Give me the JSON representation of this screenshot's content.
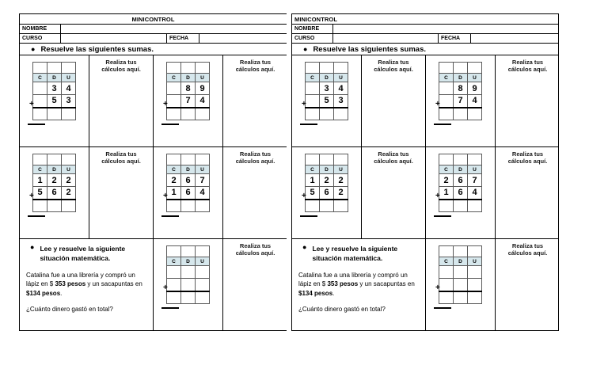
{
  "document": {
    "title": "MINICONTROL",
    "language": "es"
  },
  "header": {
    "title": "MINICONTROL",
    "fields": [
      {
        "label": "NOMBRE",
        "value": ""
      },
      {
        "label": "CURSO",
        "value": ""
      },
      {
        "label": "FECHA",
        "value": ""
      }
    ]
  },
  "instructions": {
    "sums": "Resuelve las siguientes sumas.",
    "word_problem": "Lee y resuelve la siguiente situación matemática."
  },
  "notes": {
    "scratch_label_line1": "Realiza tus",
    "scratch_label_line2": "cálculos aquí."
  },
  "grid": {
    "headers": [
      "C",
      "D",
      "U"
    ],
    "header_color": "#d6e7ec",
    "operator": "+"
  },
  "exercises": [
    {
      "id": "ex1",
      "addend1": [
        "",
        "3",
        "4"
      ],
      "addend2": [
        "",
        "5",
        "3"
      ],
      "result": [
        "",
        "",
        ""
      ]
    },
    {
      "id": "ex2",
      "addend1": [
        "",
        "8",
        "9"
      ],
      "addend2": [
        "",
        "7",
        "4"
      ],
      "result": [
        "",
        "",
        ""
      ]
    },
    {
      "id": "ex3",
      "addend1": [
        "1",
        "2",
        "2"
      ],
      "addend2": [
        "5",
        "6",
        "2"
      ],
      "result": [
        "",
        "",
        ""
      ]
    },
    {
      "id": "ex4",
      "addend1": [
        "2",
        "6",
        "7"
      ],
      "addend2": [
        "1",
        "6",
        "4"
      ],
      "result": [
        "",
        "",
        ""
      ]
    },
    {
      "id": "ex5",
      "addend1": [
        "",
        "",
        ""
      ],
      "addend2": [
        "",
        "",
        ""
      ],
      "result": [
        "",
        "",
        ""
      ]
    }
  ],
  "word_problem": {
    "title": "Lee y resuelve la siguiente situación matemática.",
    "body_pre": "Catalina fue a una librería y compró un lápiz en $ ",
    "amount1": "353 pesos",
    "body_mid": " y un sacapuntas en ",
    "amount2": "$134 pesos",
    "body_end": ".",
    "question": "¿Cuánto dinero gastó en total?"
  },
  "colors": {
    "grid_header_fill": "#d6e7ec",
    "border": "#000000",
    "grid_border": "#5a5a5a"
  }
}
